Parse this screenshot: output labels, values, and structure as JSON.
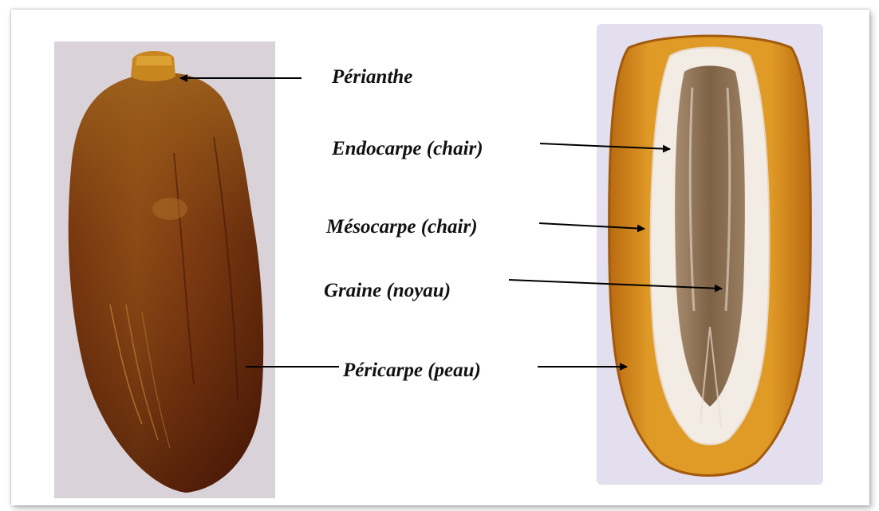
{
  "labels": {
    "perianthe": "Périanthe",
    "endocarpe": "Endocarpe (chair)",
    "mesocarpe": "Mésocarpe (chair)",
    "graine": "Graine (noyau)",
    "pericarpe": "Péricarpe (peau)"
  },
  "images": {
    "left": "whole-date-photo",
    "right": "date-cross-section-photo"
  },
  "colors": {
    "skin_dark": "#4a1a08",
    "skin_mid": "#8a4a14",
    "flesh": "#d48a1c",
    "seed": "#7a5a3a",
    "text": "#111111"
  }
}
